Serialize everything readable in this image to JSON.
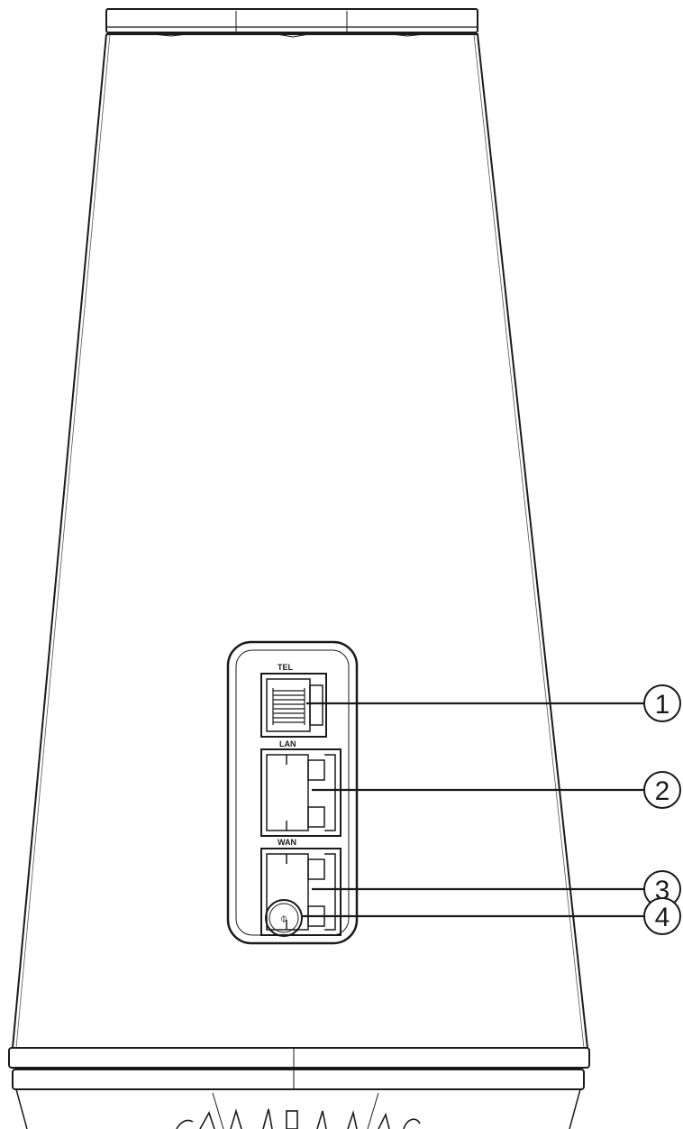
{
  "ports": [
    {
      "label": "TEL",
      "callout": "1"
    },
    {
      "label": "LAN",
      "callout": "2"
    },
    {
      "label": "WAN",
      "callout": "3"
    },
    {
      "label": "",
      "callout": "4"
    }
  ],
  "power_symbol": "⌽",
  "colors": {
    "line": "#1a1a1a",
    "background": "#ffffff"
  }
}
